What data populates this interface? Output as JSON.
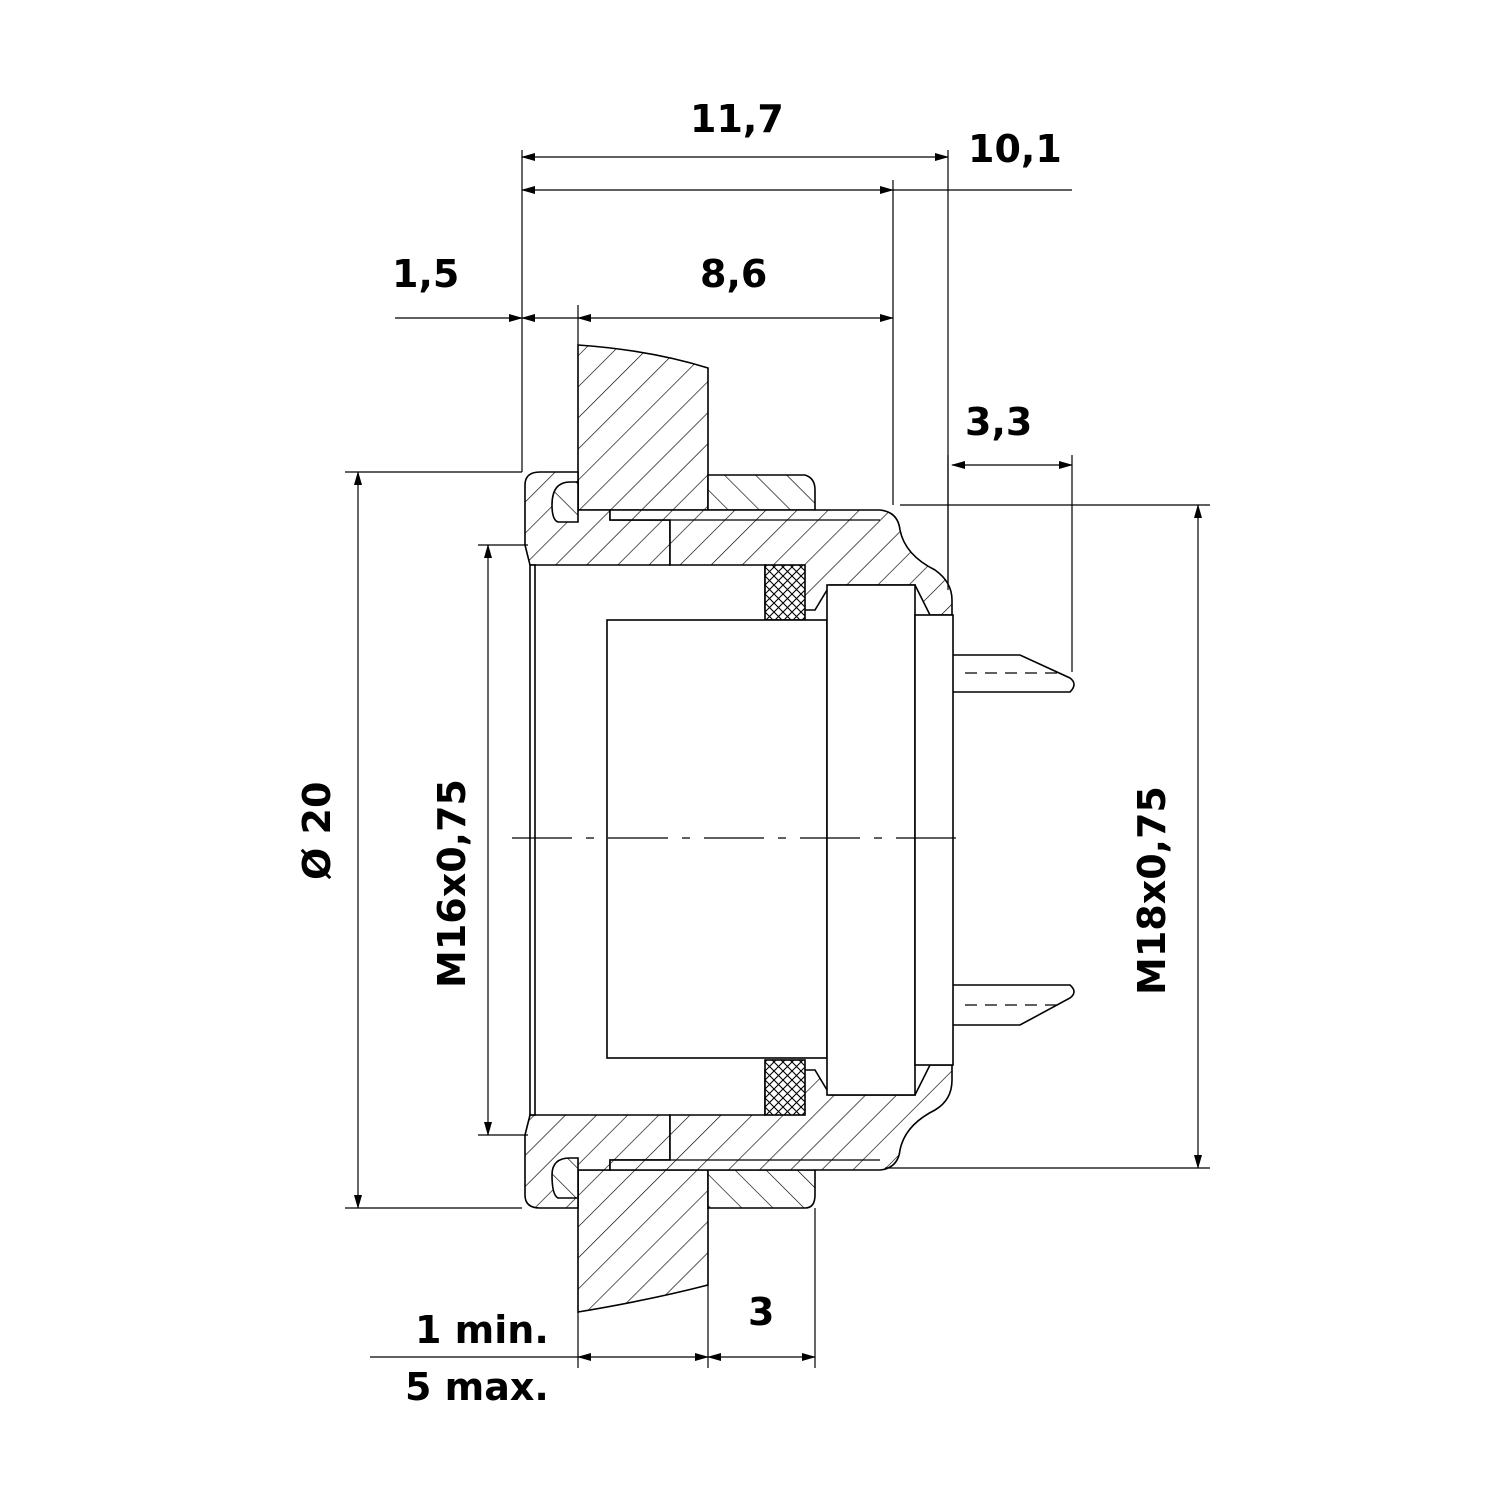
{
  "dimensions": {
    "d_11_7": "11,7",
    "d_10_1": "10,1",
    "d_1_5": "1,5",
    "d_8_6": "8,6",
    "d_3_3": "3,3",
    "d_dia20": "Ø 20",
    "d_m16": "M16x0,75",
    "d_m18": "M18x0,75",
    "d_1min": "1 min.",
    "d_5max": "5 max.",
    "d_3": "3"
  }
}
